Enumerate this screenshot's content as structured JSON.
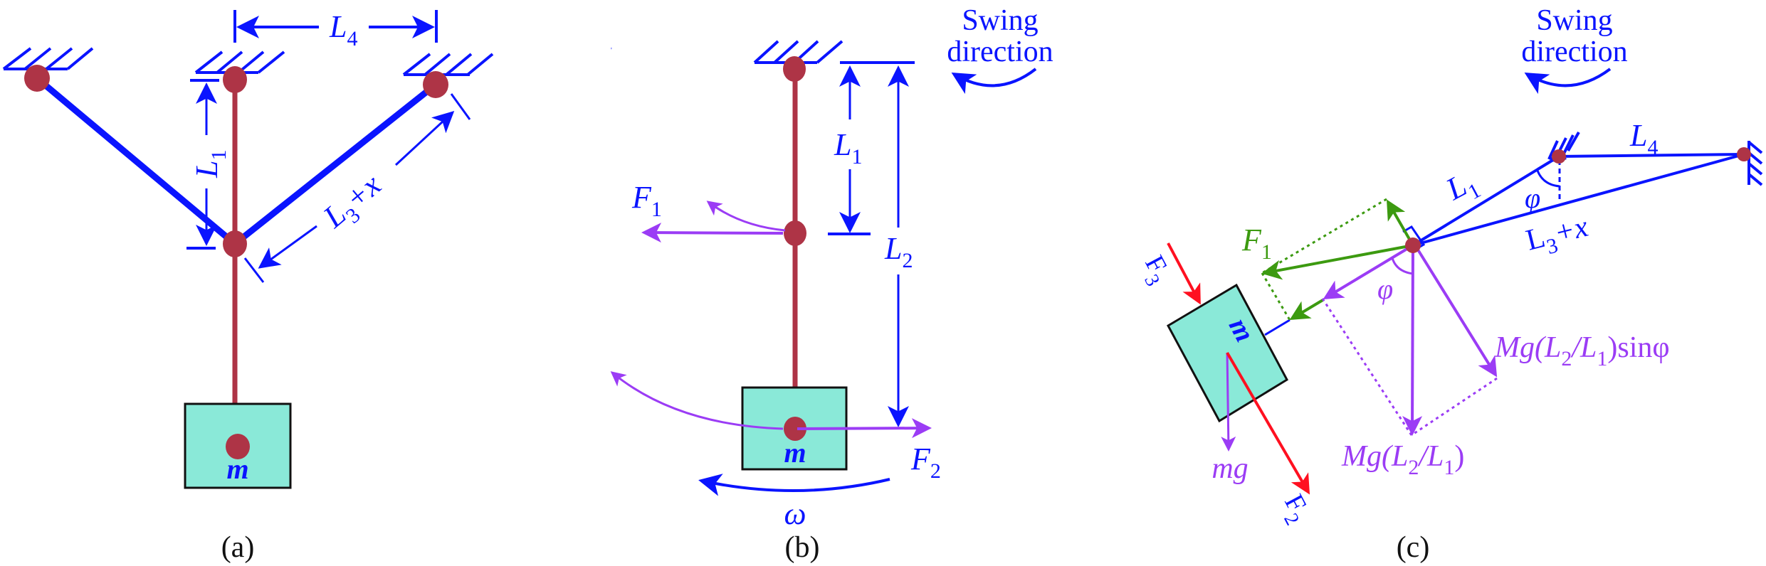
{
  "figure": {
    "panels": [
      {
        "id": "a",
        "caption": "(a)",
        "labels": {
          "L4": "L",
          "L4_sub": "4",
          "L1": "L",
          "L1_sub": "1",
          "L3x": "L",
          "L3x_sub": "3",
          "L3x_tail": "+x",
          "mass": "m"
        }
      },
      {
        "id": "b",
        "caption": "(b)",
        "labels": {
          "swing_line1": "Swing",
          "swing_line2": "direction",
          "L1": "L",
          "L1_sub": "1",
          "L2": "L",
          "L2_sub": "2",
          "F1": "F",
          "F1_sub": "1",
          "F2": "F",
          "F2_sub": "2",
          "mass": "m",
          "omega": "ω"
        }
      },
      {
        "id": "c",
        "caption": "(c)",
        "labels": {
          "swing_line1": "Swing",
          "swing_line2": "direction",
          "L4": "L",
          "L4_sub": "4",
          "L1": "L",
          "L1_sub": "1",
          "L3x": "L",
          "L3x_sub": "3",
          "L3x_tail": "+x",
          "phi_top": "φ",
          "phi_bottom": "φ",
          "F1": "F",
          "F1_sub": "1",
          "F3": "F",
          "F3_sub": "3",
          "F2": "F",
          "F2_sub": "2",
          "mass": "m",
          "mg": "mg",
          "force_vertical": {
            "pre": "Mg(L",
            "sub1": "2",
            "mid": "/L",
            "sub2": "1",
            "post": ")"
          },
          "force_sin": {
            "pre": "Mg(L",
            "sub1": "2",
            "mid": "/L",
            "sub2": "1",
            "post": ")sinφ"
          }
        }
      }
    ],
    "colors": {
      "rod": "#ae3446",
      "structure_blue": "#0a14ff",
      "force_purple": "#9b3cf5",
      "force_green": "#3c9a10",
      "force_red": "#ff1020",
      "mass_fill": "#8ae9d8"
    }
  }
}
